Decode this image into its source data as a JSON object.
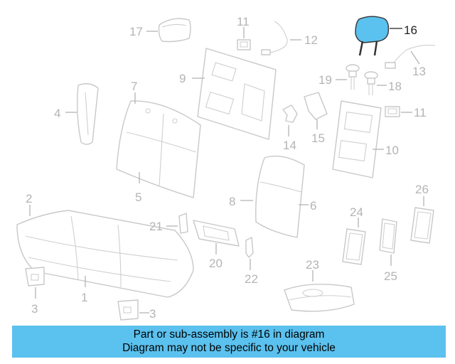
{
  "highlight": {
    "part": "16",
    "color": "#5bc1ee"
  },
  "callouts": [
    "1",
    "2",
    "3",
    "3",
    "4",
    "5",
    "6",
    "7",
    "8",
    "9",
    "10",
    "11",
    "11",
    "12",
    "13",
    "14",
    "15",
    "16",
    "17",
    "18",
    "19",
    "20",
    "21",
    "22",
    "23",
    "24",
    "25",
    "26"
  ],
  "banner": {
    "line1": "Part or sub-assembly is #16 in diagram",
    "line2": "Diagram may not be specific to your vehicle"
  },
  "colors": {
    "banner_bg": "#5bc1ee",
    "parts_outline": "#c8c8c8",
    "labels": "#b4b4b4"
  }
}
